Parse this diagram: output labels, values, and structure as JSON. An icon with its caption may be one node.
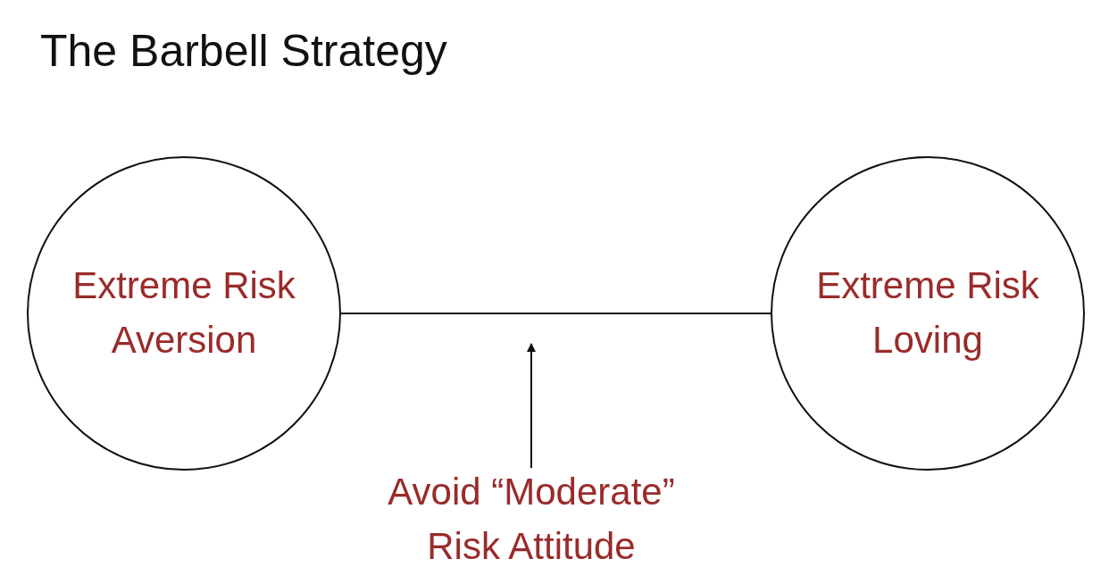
{
  "diagram": {
    "title": "The Barbell Strategy",
    "nodes": [
      {
        "text": [
          "Extreme Risk Aversion"
        ]
      },
      {
        "text": [
          "Extreme Risk Loving"
        ]
      },
      {
        "text": [
          "Avoid “Moderate” Risk Attitude"
        ]
      }
    ],
    "edges": [
      {
        "from": 0,
        "to": 1,
        "arrow": "none"
      },
      {
        "from": 2,
        "to": null,
        "arrow": "to"
      }
    ]
  }
}
